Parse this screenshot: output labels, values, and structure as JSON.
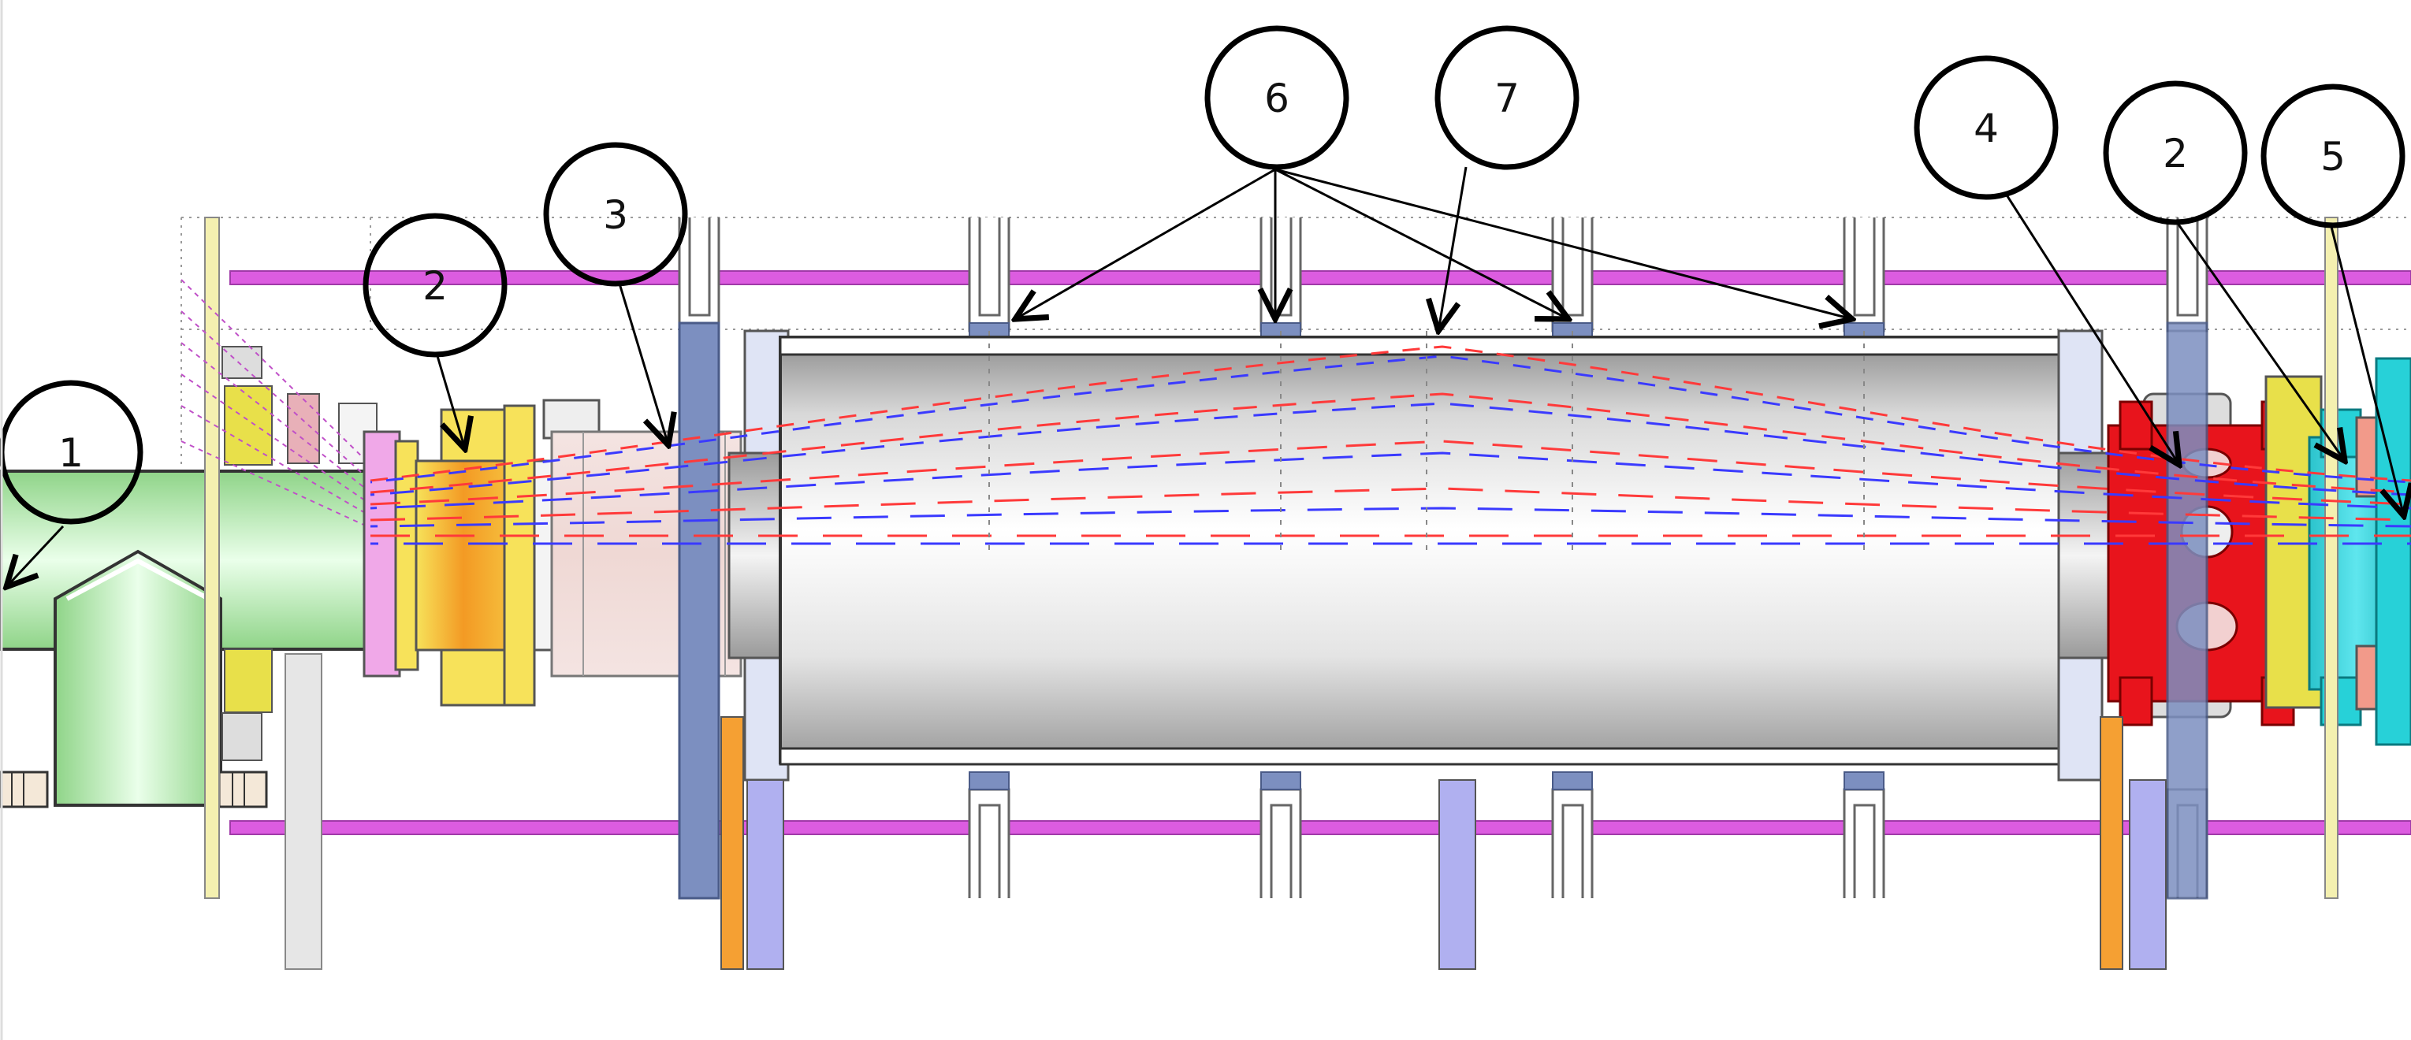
{
  "callouts": [
    {
      "id": "c1a",
      "label": "1"
    },
    {
      "id": "c2a",
      "label": "2"
    },
    {
      "id": "c3",
      "label": "3"
    },
    {
      "id": "c6",
      "label": "6"
    },
    {
      "id": "c7",
      "label": "7"
    },
    {
      "id": "c4",
      "label": "4"
    },
    {
      "id": "c2b",
      "label": "2"
    },
    {
      "id": "c5",
      "label": "5"
    }
  ],
  "colors": {
    "magenta_rod": "#dc5ce0",
    "chamber_dark": "#8c8c8c",
    "chamber_light": "#ffffff",
    "green_pipe": "#b7ecb0",
    "orange_flange": "#f39a24",
    "yellow_part": "#e8e04a",
    "red_section": "#e8141c",
    "cyan_section": "#27d1d8",
    "blue_support": "#7c8fc0",
    "lavender_post": "#b0b0f0",
    "orange_post": "#f5a033",
    "beam_red": "#ff3a3a",
    "beam_blue": "#3a3aff"
  }
}
